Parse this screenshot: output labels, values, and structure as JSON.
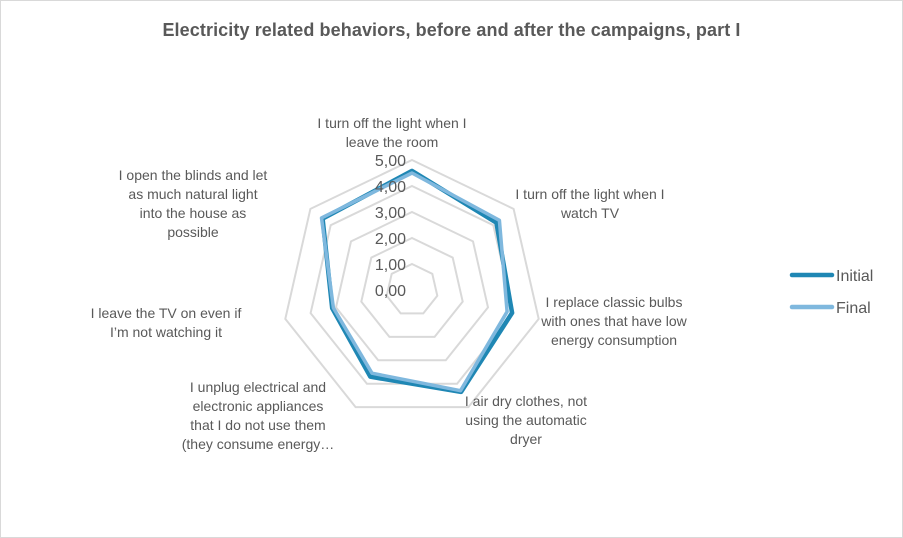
{
  "chart_data": {
    "type": "radar",
    "title": "Electricity related behaviors, before and after the campaigns, part I",
    "categories": [
      "I turn off the light when I leave the room",
      "I turn off the light when I watch TV",
      "I replace classic bulbs with ones that have low energy consumption",
      "I air dry clothes, not using the automatic dryer",
      "I unplug electrical and electronic appliances that I do not use them (they consume energy…",
      "I leave the TV on even if I’m not watching it",
      "I open the blinds and let as much natural light into the house as possible"
    ],
    "category_lines": [
      [
        "I turn off the light when I",
        "leave the room"
      ],
      [
        "I turn off the light when I",
        "watch TV"
      ],
      [
        "I replace classic bulbs",
        "with ones that have low",
        "energy consumption"
      ],
      [
        "I air dry clothes, not",
        "using the automatic",
        "dryer"
      ],
      [
        "I unplug electrical and",
        "electronic appliances",
        "that I do not use them",
        "(they consume energy…"
      ],
      [
        "I leave the TV on even if",
        "I’m not watching it"
      ],
      [
        "I open the blinds and let",
        "as much natural light",
        "into the house as",
        "possible"
      ]
    ],
    "ticks": [
      "0,00",
      "1,00",
      "2,00",
      "3,00",
      "4,00",
      "5,00"
    ],
    "range": [
      0,
      5
    ],
    "series": [
      {
        "name": "Initial",
        "color": "#1f87b4",
        "values": [
          4.58,
          4.15,
          3.95,
          4.35,
          3.7,
          3.15,
          4.4
        ]
      },
      {
        "name": "Final",
        "color": "#7fb8de",
        "values": [
          4.5,
          4.3,
          3.75,
          4.3,
          3.55,
          3.1,
          4.45
        ]
      }
    ],
    "legend_position": "right",
    "grid": true
  }
}
